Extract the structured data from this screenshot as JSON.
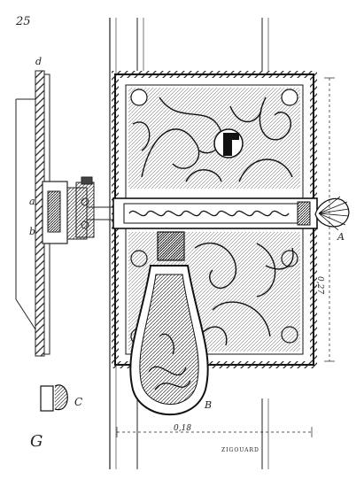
{
  "plate": {
    "figure_number": "25",
    "letter_d": "d",
    "letter_a": "a",
    "letter_b": "b",
    "letter_C": "C",
    "letter_A": "A",
    "letter_B": "B",
    "dim_horizontal": "0,18",
    "dim_vertical": "0,27",
    "engraver": "ZIGOUARD",
    "monogram": "G"
  }
}
